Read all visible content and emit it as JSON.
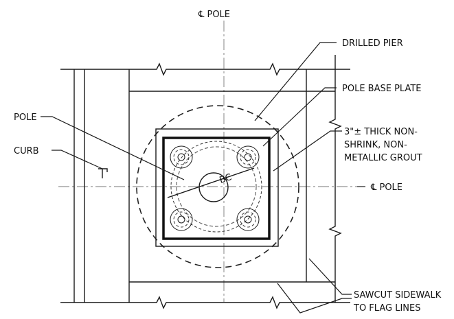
{
  "labels": {
    "cl_pole_top": "℄ POLE",
    "cl_pole_right": "℄ POLE",
    "drilled_pier": "DRILLED PIER",
    "pole_base_plate": "POLE BASE PLATE",
    "grout_line1": "3\"± THICK NON-",
    "grout_line2": "SHRINK, NON-",
    "grout_line3": "METALLIC GROUT",
    "pole": "POLE",
    "curb": "CURB",
    "bc": "BC",
    "sawcut_line1": "SAWCUT SIDEWALK",
    "sawcut_line2": "TO FLAG LINES"
  }
}
